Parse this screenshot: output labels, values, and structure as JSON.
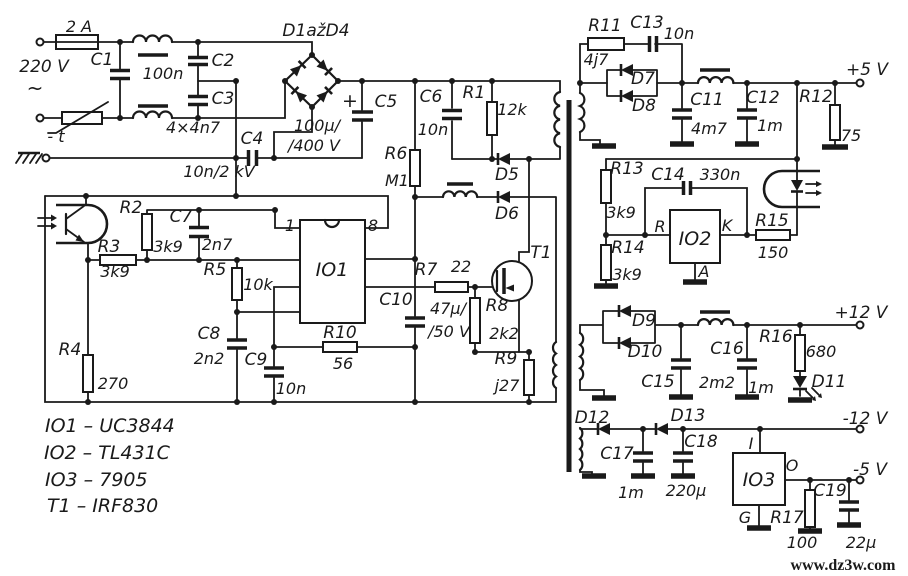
{
  "meta": {
    "type": "schematic",
    "description": "Flyback switch-mode power supply circuit diagram (UC3844)"
  },
  "colors": {
    "ink": "#1a1a1a",
    "paper": "#ffffff",
    "watermark": "#cc2222"
  },
  "labels": {
    "fuse": "2 A",
    "mains": "220 V",
    "ac_tilde": "~",
    "thermistor": "- t",
    "c1": "C1",
    "c1v": "100n",
    "c2": "C2",
    "c3": "C3",
    "c23v": "4×4n7",
    "c4": "C4",
    "c4v": "10n/2 kV",
    "bridge": "D1ažD4",
    "c5": "C5",
    "c5plus": "+",
    "c5v1": "100µ/",
    "c5v2": "/400 V",
    "c6": "C6",
    "c6v": "10n",
    "r1": "R1",
    "r1v": "12k",
    "r6": "R6",
    "r6v": "M1",
    "d5": "D5",
    "d6": "D6",
    "io1": "IO1",
    "pin1": "1",
    "pin8": "8",
    "r2": "R2",
    "r2v": "3k9",
    "c7": "C7",
    "c7v": "2n7",
    "r3": "R3",
    "r3v": "3k9",
    "r5": "R5",
    "r5v": "10k",
    "r4": "R4",
    "r4v": "270",
    "c8": "C8",
    "c8v": "2n2",
    "c9": "C9",
    "c9v": "10n",
    "r10": "R10",
    "r10v": "56",
    "c10": "C10",
    "c10v1": "47µ/",
    "c10v2": "/50 V",
    "r7": "R7",
    "r7v": "22",
    "r8": "R8",
    "r8v": "2k2",
    "r9": "R9",
    "r9v": "j27",
    "t1": "T1",
    "r11": "R11",
    "r11v": "4j7",
    "c13": "C13",
    "c13v": "10n",
    "d7": "D7",
    "d8": "D8",
    "c11": "C11",
    "c11v": "4m7",
    "c12": "C12",
    "c12v": "1m",
    "r12": "R12",
    "r12v": "75",
    "out5": "+5 V",
    "r13": "R13",
    "r13v": "3k9",
    "r14": "R14",
    "r14v": "3k9",
    "c14": "C14",
    "c14v": "330n",
    "io2": "IO2",
    "pinR": "R",
    "pinK": "K",
    "pinA": "A",
    "r15": "R15",
    "r15v": "150",
    "d9": "D9",
    "d10": "D10",
    "c15": "C15",
    "c15v": "2m2",
    "c16": "C16",
    "c16v": "1m",
    "r16": "R16",
    "r16v": "680",
    "d11": "D11",
    "out12": "+12 V",
    "d12": "D12",
    "d13": "D13",
    "c17": "C17",
    "c17v": "1m",
    "c18": "C18",
    "c18v": "220µ",
    "io3": "IO3",
    "pinI": "I",
    "pinO": "O",
    "pinG": "G",
    "r17": "R17",
    "r17v": "100",
    "c19": "C19",
    "c19v": "22µ",
    "outm12": "-12 V",
    "outm5": "-5 V"
  },
  "legend": {
    "line1": "IO1 – UC3844",
    "line2": "IO2 – TL431C",
    "line3": "IO3 – 7905",
    "line4": "T1 – IRF830"
  },
  "watermark": "www.dz3w.com"
}
